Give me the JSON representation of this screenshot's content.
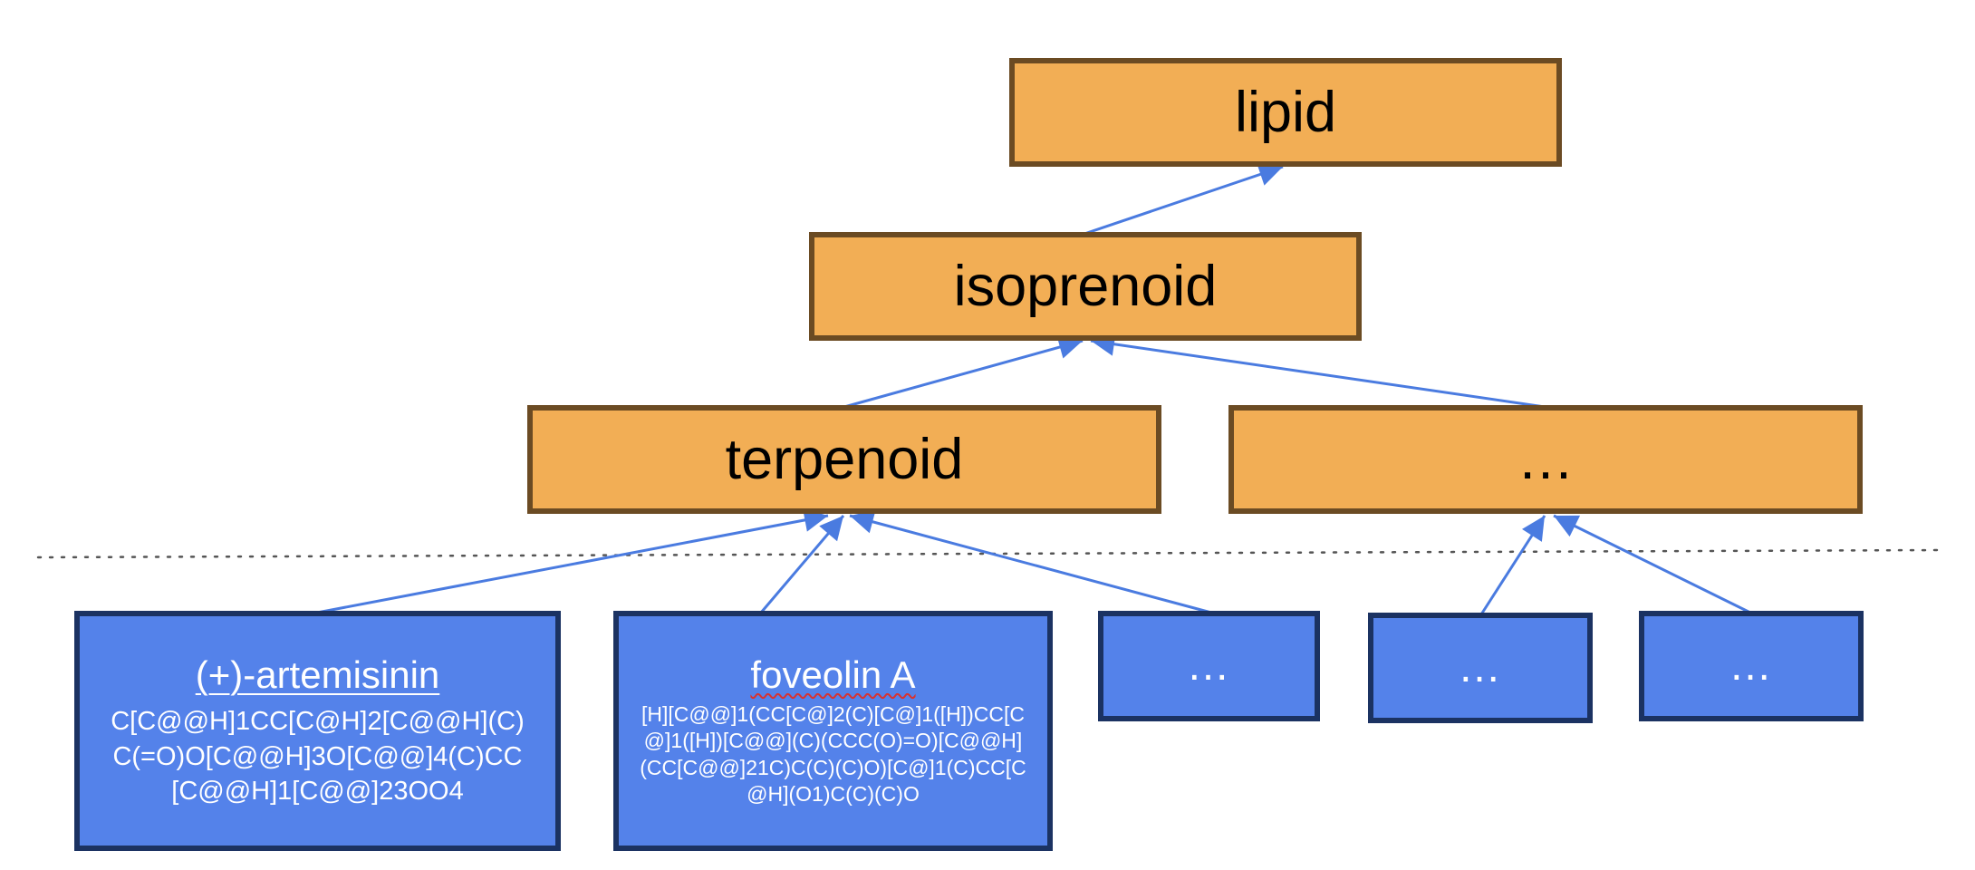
{
  "class_nodes": {
    "lipid": "lipid",
    "isoprenoid": "isoprenoid",
    "terpenoid": "terpenoid",
    "other_class": "…"
  },
  "molecules": {
    "artemisinin": {
      "name": "(+)-artemisinin",
      "smiles": "C[C@@H]1CC[C@H]2[C@@H](C)C(=O)O[C@@H]3O[C@@]4(C)CC[C@@H]1[C@@]23OO4"
    },
    "foveolin": {
      "name": "foveolin A",
      "smiles": "[H][C@@]1(CC[C@]2(C)[C@]1([H])CC[C@]1([H])[C@@](C)(CCC(O)=O)[C@@H](CC[C@@]21C)C(C)(C)O)[C@]1(C)CC[C@H](O1)C(C)(C)O"
    },
    "other_1": "…",
    "other_2": "…",
    "other_3": "…"
  },
  "colors": {
    "class_fill": "#f2ae55",
    "class_border": "#6b4b23",
    "molecule_fill": "#5482ea",
    "molecule_border": "#1b3262",
    "edge": "#4a7be0",
    "separator": "#555555"
  },
  "edges": [
    {
      "from": "isoprenoid",
      "to": "lipid"
    },
    {
      "from": "terpenoid",
      "to": "isoprenoid"
    },
    {
      "from": "other_class",
      "to": "isoprenoid"
    },
    {
      "from": "artemisinin",
      "to": "terpenoid"
    },
    {
      "from": "foveolin",
      "to": "terpenoid"
    },
    {
      "from": "other_1",
      "to": "terpenoid"
    },
    {
      "from": "other_2",
      "to": "other_class"
    },
    {
      "from": "other_3",
      "to": "other_class"
    }
  ]
}
